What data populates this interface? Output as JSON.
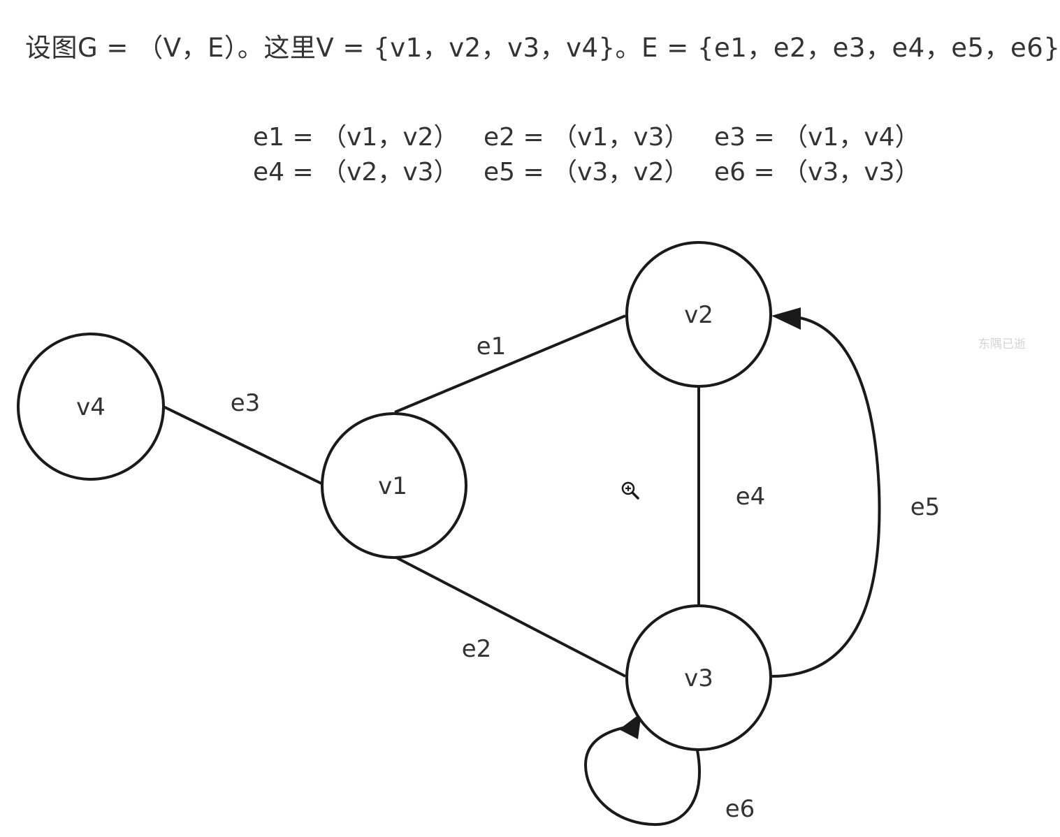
{
  "heading": "设图G = （V，E）。这里V = {v1，v2，v3，v4}。E = {e1，e2，e3，e4，e5，e6}",
  "edge_definitions": [
    [
      "e1 = （v1，v2）",
      "e2 = （v1，v3）",
      "e3 = （v1，v4）"
    ],
    [
      "e4 = （v2，v3）",
      "e5 = （v3，v2）",
      "e6 = （v3，v3）"
    ]
  ],
  "nodes": {
    "v1": "v1",
    "v2": "v2",
    "v3": "v3",
    "v4": "v4"
  },
  "edges": {
    "e1": "e1",
    "e2": "e2",
    "e3": "e3",
    "e4": "e4",
    "e5": "e5",
    "e6": "e6"
  },
  "cursor_icon": "zoom-in-icon",
  "watermark": "东隅已逝",
  "colors": {
    "stroke": "#1a1a1a",
    "text": "#333333",
    "background": "#ffffff"
  }
}
